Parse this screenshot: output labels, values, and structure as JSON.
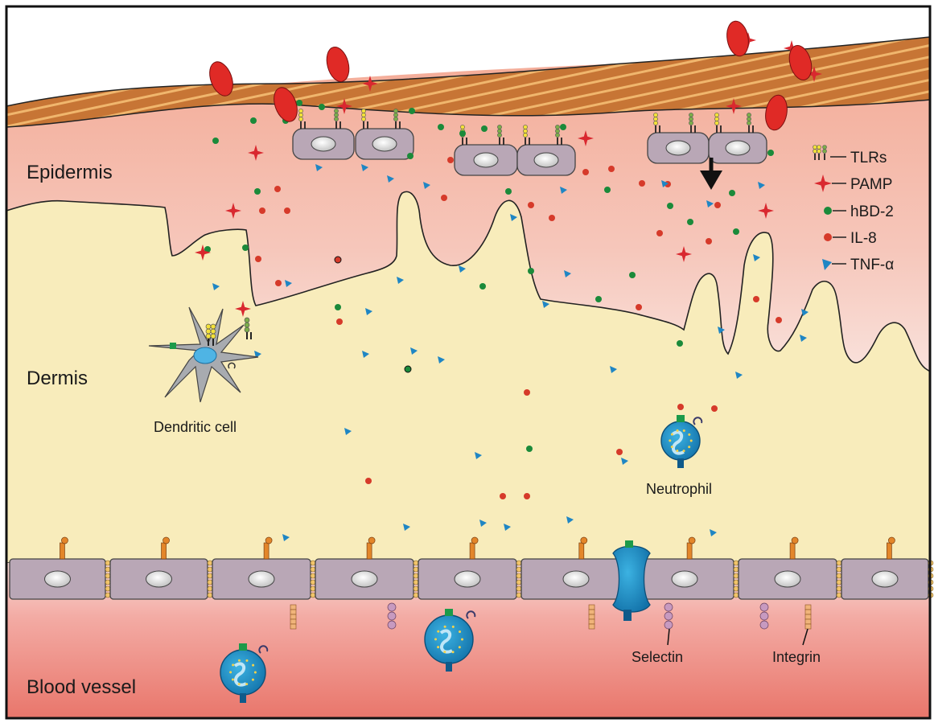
{
  "regions": {
    "epidermis": "Epidermis",
    "dermis": "Dermis",
    "blood_vessel": "Blood vessel"
  },
  "cell_labels": {
    "dendritic": "Dendritic cell",
    "neutrophil": "Neutrophil",
    "selectin": "Selectin",
    "integrin": "Integrin"
  },
  "legend": [
    {
      "key": "tlr",
      "label": "TLRs",
      "icon": "tlr-icon"
    },
    {
      "key": "pamp",
      "label": "PAMP",
      "icon": "star-icon",
      "color": "#d9282f"
    },
    {
      "key": "hbd2",
      "label": "hBD-2",
      "icon": "dot-icon",
      "color": "#1b8a3a"
    },
    {
      "key": "il8",
      "label": "IL-8",
      "icon": "dot-icon",
      "color": "#d63a2a"
    },
    {
      "key": "tnf",
      "label": "TNF-α",
      "icon": "triangle-icon",
      "color": "#1f86c4"
    }
  ],
  "colors": {
    "skin_band": "#c8773a",
    "epidermis": "#f2b7a8",
    "dermis": "#f8ecbb",
    "vessel": "#e97b70",
    "endothelial": "#b8a6b4",
    "pathogen": "#e02a26",
    "neutrophil": "#1d90c8"
  }
}
